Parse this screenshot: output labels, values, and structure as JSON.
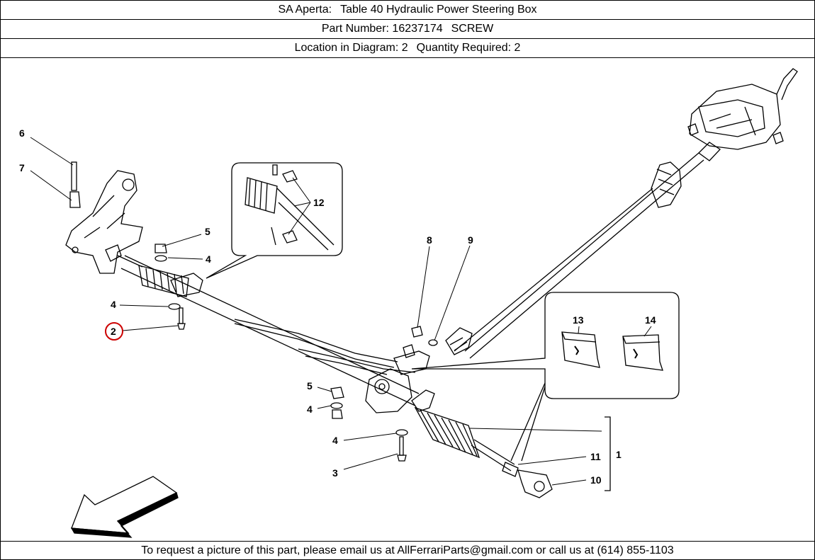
{
  "header": {
    "title_prefix": "SA Aperta:",
    "title": "Table 40 Hydraulic Power Steering Box",
    "part_number_label": "Part Number:",
    "part_number": "16237174",
    "part_name": "SCREW",
    "location_label": "Location in Diagram:",
    "location": "2",
    "quantity_label": "Quantity Required:",
    "quantity": "2"
  },
  "diagram": {
    "callouts": {
      "c1": "1",
      "c2": "2",
      "c3": "3",
      "c4a": "4",
      "c4b": "4",
      "c4c": "4",
      "c4d": "4",
      "c5a": "5",
      "c5b": "5",
      "c6": "6",
      "c7": "7",
      "c8": "8",
      "c9": "9",
      "c10": "10",
      "c11": "11",
      "c12": "12",
      "c13": "13",
      "c14": "14"
    },
    "highlighted_callout": "2",
    "highlight_color": "#cc0000"
  },
  "footer": {
    "text": "To request a picture of this part, please email us at AllFerrariParts@gmail.com or call us at (614) 855-1103"
  }
}
